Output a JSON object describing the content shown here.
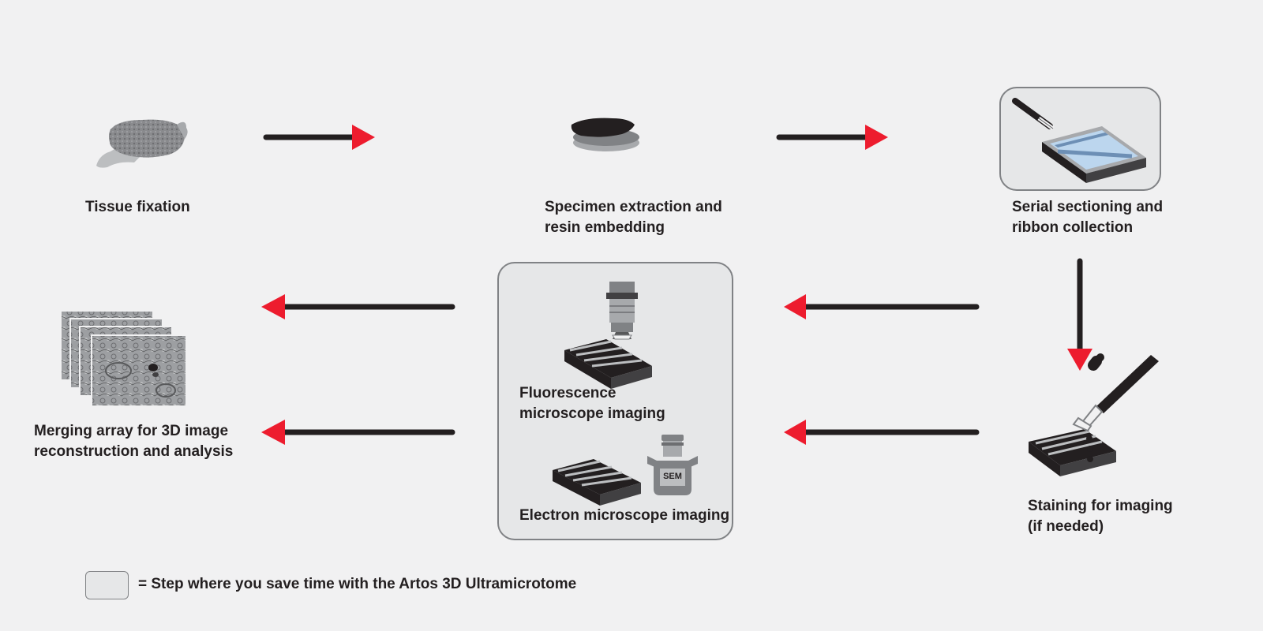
{
  "steps": {
    "tissue_fixation": {
      "line1": "Tissue fixation"
    },
    "specimen_extraction": {
      "line1": "Specimen extraction and",
      "line2": "resin embedding"
    },
    "serial_sectioning": {
      "line1": "Serial sectioning and",
      "line2": "ribbon collection"
    },
    "staining": {
      "line1": "Staining for imaging",
      "line2": "(if needed)"
    },
    "fluorescence": {
      "line1": "Fluorescence",
      "line2": "microscope imaging"
    },
    "electron": {
      "line1": "Electron microscope imaging"
    },
    "merging": {
      "line1": "Merging array for 3D image",
      "line2": "reconstruction and analysis"
    }
  },
  "sem_badge": "SEM",
  "legend": {
    "text": "= Step where you save time with the Artos 3D Ultramicrotome"
  },
  "colors": {
    "arrow_shaft": "#231f20",
    "arrow_head": "#ed1c2e",
    "highlight_box_fill": "#e6e7e8",
    "highlight_box_border": "#808285",
    "background": "#f1f1f2"
  }
}
